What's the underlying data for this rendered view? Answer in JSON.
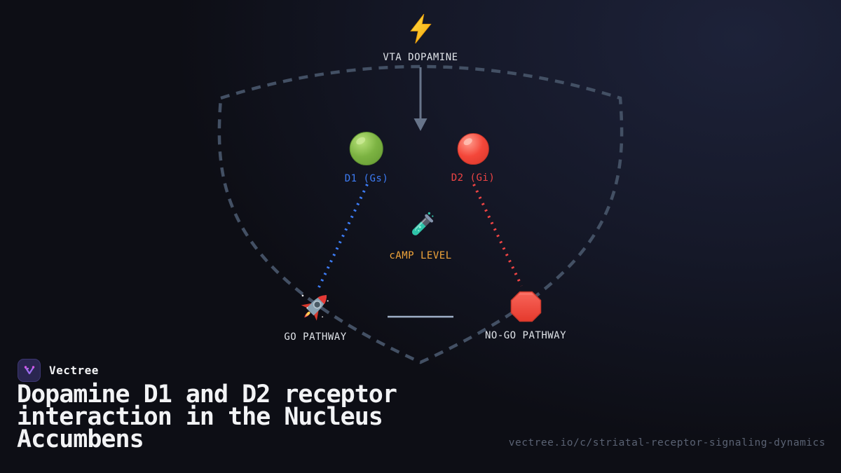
{
  "title": "Dopamine D1 and D2 receptor interaction in the Nucleus Accumbens",
  "branding": {
    "name": "Vectree",
    "logo_icon": "vectree-logo"
  },
  "footer_url": "vectree.io/c/striatal-receptor-signaling-dynamics",
  "colors": {
    "background": "#0d0e15",
    "background_glow": "#1d2239",
    "shield_dash": "#435064",
    "arrow": "#67748a",
    "divider_line": "#9fb0c8",
    "d1_blue": "#3d7cf5",
    "d2_red": "#ef4444",
    "camp_amber": "#f0a43a",
    "label_white": "#dfe3e8",
    "green_node": "#7cb342",
    "red_node": "#f4473a",
    "brand_purple": "#9d6df0",
    "url_gray": "#5a6273"
  },
  "diagram": {
    "nodes": {
      "vta": {
        "label": "VTA DOPAMINE",
        "icon": "lightning-icon",
        "label_color": "#dfe3e8"
      },
      "d1": {
        "label": "D1 (Gs)",
        "icon": "green-circle-icon",
        "label_color": "#3d7cf5"
      },
      "d2": {
        "label": "D2 (Gi)",
        "icon": "red-circle-icon",
        "label_color": "#ef4444"
      },
      "camp": {
        "label": "cAMP LEVEL",
        "icon": "test-tube-icon",
        "label_color": "#f0a43a"
      },
      "go": {
        "label": "GO PATHWAY",
        "icon": "rocket-icon",
        "label_color": "#dfe3e8"
      },
      "nogo": {
        "label": "NO-GO PATHWAY",
        "icon": "stop-sign-icon",
        "label_color": "#dfe3e8"
      }
    },
    "connectors": [
      {
        "name": "vta-to-receptors",
        "style": "solid-arrow",
        "color": "#67748a"
      },
      {
        "name": "d1-to-go",
        "style": "dotted",
        "color": "#3d7cf5"
      },
      {
        "name": "d2-to-nogo",
        "style": "dotted",
        "color": "#ef4444"
      }
    ],
    "outline": {
      "name": "shield-outline",
      "style": "dashed",
      "color": "#435064"
    }
  }
}
